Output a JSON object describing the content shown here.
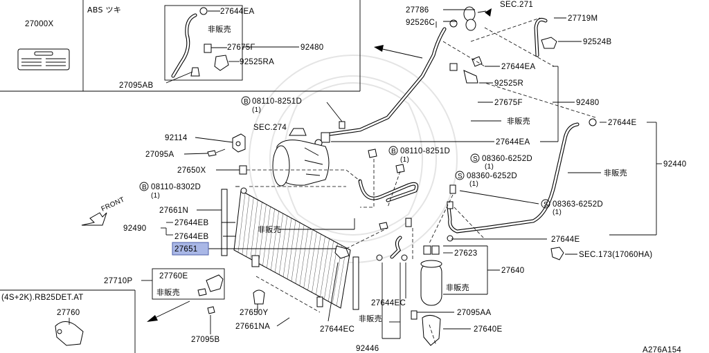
{
  "diagram_id": "A276A154",
  "abs_box_title": "ABS ツキ",
  "engine_box_title": "(4S+2K).RB25DET.AT",
  "not_sold": "非販売",
  "front_label": "FRONT",
  "highlight_part": "27651",
  "callouts": {
    "p27000x": "27000X",
    "p27644ea_top": "27644EA",
    "p27675f_top": "27675F",
    "p92525ra": "92525RA",
    "p92480_top": "92480",
    "p27095ab": "27095AB",
    "p27786": "27786",
    "sec271": "SEC.271",
    "p27719m": "27719M",
    "p92526c": "92526C",
    "p92524b": "92524B",
    "p27644ea_r": "27644EA",
    "p92525r": "92525R",
    "p27675f_r": "27675F",
    "p92480_r": "92480",
    "p27644ea_mid": "27644EA",
    "p27644e_top": "27644E",
    "p92440": "92440",
    "bolt_8251_a": "08110-8251D",
    "bolt_8251_a_q": "(1)",
    "sec274": "SEC.274",
    "p92114": "92114",
    "p27095a": "27095A",
    "p27650x": "27650X",
    "bolt_8302": "08110-8302D",
    "bolt_8302_q": "(1)",
    "bolt_8251_b": "08110-8251D",
    "bolt_8251_b_q": "(1)",
    "screw_6252_a": "08360-6252D",
    "screw_6252_a_q": "(1)",
    "screw_6252_b": "08360-6252D",
    "screw_6252_b_q": "(1)",
    "screw_6252_c": "08363-6252D",
    "screw_6252_c_q": "(1)",
    "p27661n": "27661N",
    "p92490": "92490",
    "p27644eb_1": "27644EB",
    "p27644eb_2": "27644EB",
    "p27644e_bot": "27644E",
    "sec173": "SEC.173(17060HA)",
    "p27623": "27623",
    "p27640": "27640",
    "p27710p": "27710P",
    "p27760e": "27760E",
    "p27650y": "27650Y",
    "p27661na": "27661NA",
    "p27644ec_a": "27644EC",
    "p27644ec_b": "27644EC",
    "p27095aa": "27095AA",
    "p27640e": "27640E",
    "p27095b": "27095B",
    "p92446": "92446",
    "p27760": "27760"
  }
}
